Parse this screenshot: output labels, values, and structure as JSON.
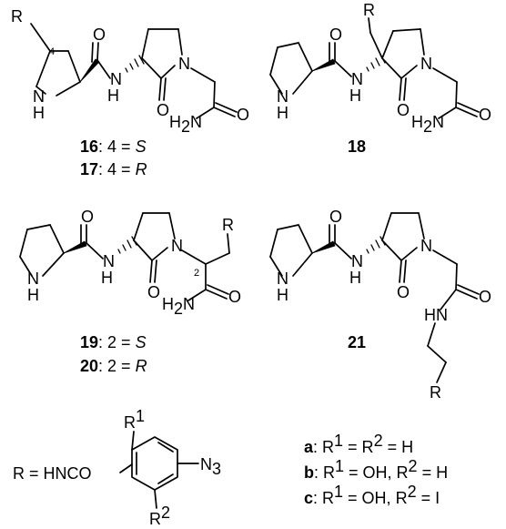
{
  "atoms": {
    "R": "R",
    "N": "N",
    "NH": "NH",
    "H": "H",
    "O": "O",
    "H2N_H": "H",
    "H2N_2": "2",
    "H2N_N": "N",
    "HN": "HN"
  },
  "locants": {
    "c16": "4",
    "c19": "2"
  },
  "labels": {
    "l16": {
      "num": "16",
      "text": ": 4 = ",
      "cfg": "S"
    },
    "l17": {
      "num": "17",
      "text": ": 4 = ",
      "cfg": "R"
    },
    "l18": {
      "num": "18"
    },
    "l19": {
      "num": "19",
      "text": ": 2 = ",
      "cfg": "S"
    },
    "l20": {
      "num": "20",
      "text": ": 2 = ",
      "cfg": "R"
    },
    "l21": {
      "num": "21"
    }
  },
  "r_group": {
    "lhs": "R = HNCO",
    "n3": "N",
    "n3_sub": "3",
    "r1": "R",
    "r1_sup": "1",
    "r2": "R",
    "r2_sup": "2"
  },
  "variants": [
    {
      "key": "a",
      "text": ": R",
      "s1": "1",
      "mid": " = R",
      "s2": "2",
      "end": " = H"
    },
    {
      "key": "b",
      "text": ": R",
      "s1": "1",
      "mid": " = OH, R",
      "s2": "2",
      "end": " = H"
    },
    {
      "key": "c",
      "text": ": R",
      "s1": "1",
      "mid": " = OH, R",
      "s2": "2",
      "end": " = I"
    }
  ]
}
